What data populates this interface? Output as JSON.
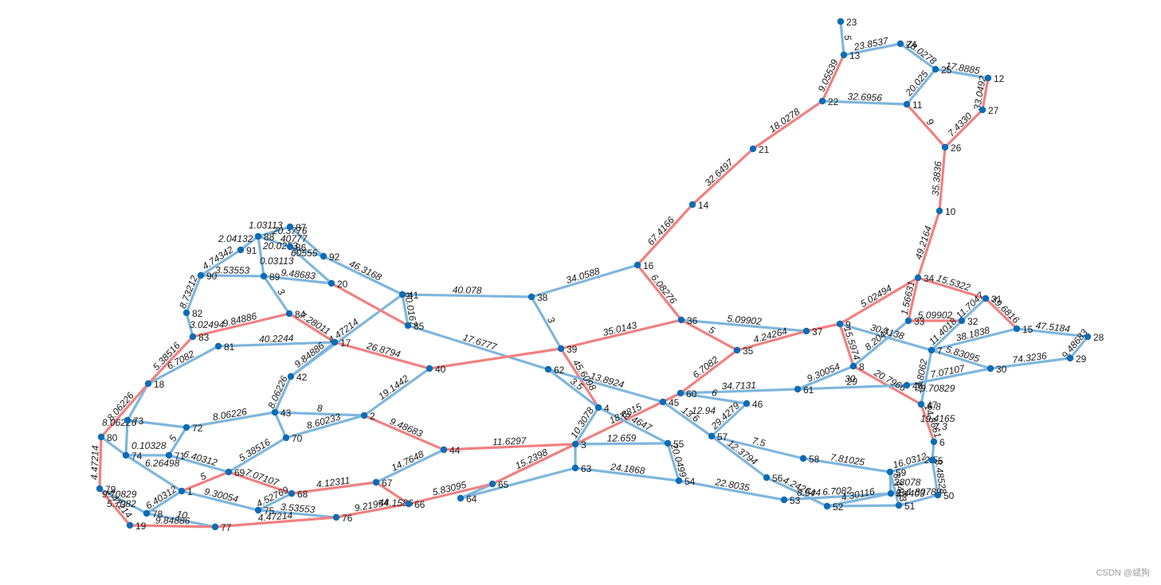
{
  "colors": {
    "edge_normal": "#7fb6dc",
    "edge_highlight": "#f08080",
    "node": "#0d6cb5"
  },
  "watermark": "CSDN @斌狗",
  "nodes": [
    "1",
    "2",
    "3",
    "4",
    "5",
    "6",
    "7",
    "8",
    "9",
    "10",
    "11",
    "12",
    "13",
    "14",
    "15",
    "16",
    "17",
    "18",
    "19",
    "20",
    "21",
    "22",
    "23",
    "24",
    "25",
    "26",
    "27",
    "28",
    "29",
    "30",
    "31",
    "32",
    "33",
    "34",
    "35",
    "36",
    "37",
    "38",
    "39",
    "40",
    "41",
    "42",
    "43",
    "44",
    "45",
    "46",
    "47",
    "48",
    "49",
    "50",
    "51",
    "52",
    "53",
    "54",
    "55",
    "56",
    "57",
    "58",
    "59",
    "60",
    "61",
    "62",
    "63",
    "64",
    "65",
    "66",
    "67",
    "68",
    "69",
    "70",
    "71",
    "72",
    "73",
    "74",
    "75",
    "76",
    "77",
    "78",
    "79",
    "80",
    "81",
    "82",
    "83",
    "84",
    "85",
    "86",
    "87",
    "88",
    "89",
    "90",
    "91",
    "92"
  ],
  "edges": [
    {
      "from": "23",
      "to": "13",
      "weight": "5",
      "highlight": false
    },
    {
      "from": "13",
      "to": "24",
      "weight": "23.8537",
      "highlight": false
    },
    {
      "from": "24",
      "to": "25",
      "weight": "18.0278",
      "highlight": false
    },
    {
      "from": "25",
      "to": "12",
      "weight": "17.8885",
      "highlight": false
    },
    {
      "from": "12",
      "to": "27",
      "weight": "33.0492",
      "highlight": true
    },
    {
      "from": "27",
      "to": "26",
      "weight": "7.4330",
      "highlight": true
    },
    {
      "from": "25",
      "to": "11",
      "weight": "20.025",
      "highlight": false
    },
    {
      "from": "11",
      "to": "26",
      "weight": "9",
      "highlight": true
    },
    {
      "from": "22",
      "to": "11",
      "weight": "32.6956",
      "highlight": false
    },
    {
      "from": "13",
      "to": "22",
      "weight": "9.05539",
      "highlight": true
    },
    {
      "from": "22",
      "to": "21",
      "weight": "18.0278",
      "highlight": true
    },
    {
      "from": "21",
      "to": "14",
      "weight": "32.6497",
      "highlight": true
    },
    {
      "from": "14",
      "to": "16",
      "weight": "67.4166",
      "highlight": true
    },
    {
      "from": "26",
      "to": "10",
      "weight": "35.3836",
      "highlight": true
    },
    {
      "from": "10",
      "to": "34",
      "weight": "49.2164",
      "highlight": true
    },
    {
      "from": "34",
      "to": "31",
      "weight": "15.5322",
      "highlight": true
    },
    {
      "from": "31",
      "to": "15",
      "weight": "19.6816",
      "highlight": true
    },
    {
      "from": "15",
      "to": "28",
      "weight": "47.5184",
      "highlight": false
    },
    {
      "from": "28",
      "to": "29",
      "weight": "9.48683",
      "highlight": false
    },
    {
      "from": "29",
      "to": "30",
      "weight": "74.3236",
      "highlight": false
    },
    {
      "from": "31",
      "to": "32",
      "weight": "11.7047",
      "highlight": false
    },
    {
      "from": "33",
      "to": "32",
      "weight": "5.09902",
      "highlight": true
    },
    {
      "from": "34",
      "to": "33",
      "weight": "1.56631",
      "highlight": true
    },
    {
      "from": "34",
      "to": "9",
      "weight": "5.02494",
      "highlight": true
    },
    {
      "from": "32",
      "to": "7",
      "weight": "11.4018",
      "highlight": false
    },
    {
      "from": "15",
      "to": "7",
      "weight": "38.1838",
      "highlight": false
    },
    {
      "from": "7",
      "to": "30",
      "weight": "5.83095",
      "highlight": false
    },
    {
      "from": "30",
      "to": "48",
      "weight": "7.07107",
      "highlight": false
    },
    {
      "from": "16",
      "to": "38",
      "weight": "34.0588",
      "highlight": false
    },
    {
      "from": "16",
      "to": "36",
      "weight": "6.08276",
      "highlight": true
    },
    {
      "from": "36",
      "to": "37",
      "weight": "5.09902",
      "highlight": false
    },
    {
      "from": "36",
      "to": "35",
      "weight": "5",
      "highlight": true
    },
    {
      "from": "35",
      "to": "37",
      "weight": "4.24264",
      "highlight": true
    },
    {
      "from": "37",
      "to": "9",
      "weight": "",
      "highlight": true
    },
    {
      "from": "9",
      "to": "8",
      "weight": "15.5974",
      "highlight": true
    },
    {
      "from": "9",
      "to": "7",
      "weight": "30.4138",
      "highlight": false
    },
    {
      "from": "33",
      "to": "8",
      "weight": "8.2047",
      "highlight": false
    },
    {
      "from": "8",
      "to": "47",
      "weight": "20.7966",
      "highlight": true
    },
    {
      "from": "8",
      "to": "61",
      "weight": "9.30054",
      "highlight": false
    },
    {
      "from": "7",
      "to": "47",
      "weight": "14.8062",
      "highlight": false
    },
    {
      "from": "61",
      "to": "48",
      "weight": "29",
      "highlight": false
    },
    {
      "from": "47",
      "to": "6",
      "weight": "14.8661",
      "highlight": true
    },
    {
      "from": "6",
      "to": "5",
      "weight": "",
      "highlight": false
    },
    {
      "from": "5",
      "to": "50",
      "weight": "8.48528",
      "highlight": false
    },
    {
      "from": "5",
      "to": "59",
      "weight": "16.0312",
      "highlight": false
    },
    {
      "from": "59",
      "to": "58",
      "weight": "7.81025",
      "highlight": false
    },
    {
      "from": "59",
      "to": "49",
      "weight": "",
      "highlight": false
    },
    {
      "from": "50",
      "to": "51",
      "weight": "",
      "highlight": false
    },
    {
      "from": "51",
      "to": "52",
      "weight": "",
      "highlight": false
    },
    {
      "from": "51",
      "to": "59",
      "weight": "8.4403",
      "highlight": false
    },
    {
      "from": "52",
      "to": "49",
      "weight": "4.30116",
      "highlight": false
    },
    {
      "from": "53",
      "to": "49",
      "weight": "6.7082",
      "highlight": false
    },
    {
      "from": "56",
      "to": "52",
      "weight": "4.24264",
      "highlight": false
    },
    {
      "from": "54",
      "to": "53",
      "weight": "22.8035",
      "highlight": false
    },
    {
      "from": "57",
      "to": "56",
      "weight": "12.3794",
      "highlight": false
    },
    {
      "from": "57",
      "to": "58",
      "weight": "7.5",
      "highlight": false
    },
    {
      "from": "60",
      "to": "61",
      "weight": "34.7131",
      "highlight": false
    },
    {
      "from": "60",
      "to": "46",
      "weight": "6",
      "highlight": false
    },
    {
      "from": "46",
      "to": "57",
      "weight": "29.4279",
      "highlight": false
    },
    {
      "from": "45",
      "to": "57",
      "weight": "13.6",
      "highlight": false
    },
    {
      "from": "35",
      "to": "60",
      "weight": "6.7082",
      "highlight": true
    },
    {
      "from": "60",
      "to": "3",
      "weight": "18.6815",
      "highlight": true
    },
    {
      "from": "38",
      "to": "39",
      "weight": "3",
      "highlight": false
    },
    {
      "from": "41",
      "to": "38",
      "weight": "40.078",
      "highlight": false
    },
    {
      "from": "39",
      "to": "36",
      "weight": "35.0143",
      "highlight": true
    },
    {
      "from": "39",
      "to": "4",
      "weight": "45.6098",
      "highlight": true
    },
    {
      "from": "62",
      "to": "4",
      "weight": "3.5",
      "highlight": false
    },
    {
      "from": "62",
      "to": "45",
      "weight": "13.8924",
      "highlight": false
    },
    {
      "from": "85",
      "to": "62",
      "weight": "17.6777",
      "highlight": false
    },
    {
      "from": "41",
      "to": "85",
      "weight": "60.0167",
      "highlight": false
    },
    {
      "from": "40",
      "to": "39",
      "weight": "",
      "highlight": true
    },
    {
      "from": "17",
      "to": "40",
      "weight": "26.8794",
      "highlight": true
    },
    {
      "from": "4",
      "to": "3",
      "weight": "10.3078",
      "highlight": false
    },
    {
      "from": "4",
      "to": "55",
      "weight": "42.4647",
      "highlight": false
    },
    {
      "from": "3",
      "to": "55",
      "weight": "12.659",
      "highlight": false
    },
    {
      "from": "55",
      "to": "54",
      "weight": "20.0499",
      "highlight": false
    },
    {
      "from": "3",
      "to": "63",
      "weight": "",
      "highlight": false
    },
    {
      "from": "63",
      "to": "54",
      "weight": "24.1868",
      "highlight": false
    },
    {
      "from": "44",
      "to": "3",
      "weight": "11.6297",
      "highlight": true
    },
    {
      "from": "3",
      "to": "65",
      "weight": "15.2398",
      "highlight": true
    },
    {
      "from": "63",
      "to": "64",
      "weight": "",
      "highlight": false
    },
    {
      "from": "64",
      "to": "65",
      "weight": "",
      "highlight": false
    },
    {
      "from": "66",
      "to": "65",
      "weight": "5.83095",
      "highlight": true
    },
    {
      "from": "76",
      "to": "66",
      "weight": "9.21954",
      "highlight": true
    },
    {
      "from": "66",
      "to": "67",
      "weight": "",
      "highlight": true
    },
    {
      "from": "67",
      "to": "44",
      "weight": "14.7648",
      "highlight": false
    },
    {
      "from": "68",
      "to": "67",
      "weight": "4.12311",
      "highlight": true
    },
    {
      "from": "69",
      "to": "68",
      "weight": "7.07107",
      "highlight": true
    },
    {
      "from": "2",
      "to": "44",
      "weight": "9.48683",
      "highlight": true
    },
    {
      "from": "2",
      "to": "40",
      "weight": "19.1442",
      "highlight": false
    },
    {
      "from": "43",
      "to": "2",
      "weight": "8",
      "highlight": false
    },
    {
      "from": "70",
      "to": "2",
      "weight": "8.60233",
      "highlight": false
    },
    {
      "from": "43",
      "to": "70",
      "weight": "",
      "highlight": false
    },
    {
      "from": "43",
      "to": "72",
      "weight": "8.06226",
      "highlight": false
    },
    {
      "from": "42",
      "to": "43",
      "weight": "8.06226",
      "highlight": false
    },
    {
      "from": "17",
      "to": "42",
      "weight": "9.84886",
      "highlight": false
    },
    {
      "from": "42",
      "to": "41",
      "weight": "4.47214",
      "highlight": false
    },
    {
      "from": "81",
      "to": "17",
      "weight": "40.2244",
      "highlight": false
    },
    {
      "from": "84",
      "to": "17",
      "weight": "7.28011",
      "highlight": true
    },
    {
      "from": "83",
      "to": "84",
      "weight": "9.84886",
      "highlight": true
    },
    {
      "from": "20",
      "to": "85",
      "weight": "",
      "highlight": true
    },
    {
      "from": "89",
      "to": "20",
      "weight": "9.48683",
      "highlight": false
    },
    {
      "from": "89",
      "to": "84",
      "weight": "3",
      "highlight": false
    },
    {
      "from": "90",
      "to": "89",
      "weight": "3.53553",
      "highlight": false
    },
    {
      "from": "92",
      "to": "41",
      "weight": "46.3168",
      "highlight": false
    },
    {
      "from": "86",
      "to": "92",
      "weight": "",
      "highlight": false
    },
    {
      "from": "87",
      "to": "88",
      "weight": "",
      "highlight": false
    },
    {
      "from": "88",
      "to": "86",
      "weight": "",
      "highlight": false
    },
    {
      "from": "86",
      "to": "20",
      "weight": "",
      "highlight": false
    },
    {
      "from": "87",
      "to": "92",
      "weight": "",
      "highlight": false
    },
    {
      "from": "88",
      "to": "89",
      "weight": "",
      "highlight": false
    },
    {
      "from": "91",
      "to": "88",
      "weight": "",
      "highlight": false
    },
    {
      "from": "90",
      "to": "91",
      "weight": "4.74342",
      "highlight": false
    },
    {
      "from": "90",
      "to": "82",
      "weight": "8.73212",
      "highlight": false
    },
    {
      "from": "82",
      "to": "83",
      "weight": "",
      "highlight": false
    },
    {
      "from": "81",
      "to": "18",
      "weight": "6.7082",
      "highlight": false
    },
    {
      "from": "83",
      "to": "18",
      "weight": "5.38516",
      "highlight": true
    },
    {
      "from": "18",
      "to": "73",
      "weight": "",
      "highlight": false
    },
    {
      "from": "18",
      "to": "80",
      "weight": "8.06226",
      "highlight": true
    },
    {
      "from": "73",
      "to": "72",
      "weight": "",
      "highlight": false
    },
    {
      "from": "72",
      "to": "71",
      "weight": "5",
      "highlight": false
    },
    {
      "from": "73",
      "to": "74",
      "weight": "",
      "highlight": false
    },
    {
      "from": "74",
      "to": "71",
      "weight": "",
      "highlight": false
    },
    {
      "from": "71",
      "to": "69",
      "weight": "6.40312",
      "highlight": false
    },
    {
      "from": "70",
      "to": "69",
      "weight": "5.38516",
      "highlight": false
    },
    {
      "from": "74",
      "to": "1",
      "weight": "",
      "highlight": false
    },
    {
      "from": "69",
      "to": "1",
      "weight": "5",
      "highlight": true
    },
    {
      "from": "1",
      "to": "75",
      "weight": "9.30054",
      "highlight": false
    },
    {
      "from": "75",
      "to": "76",
      "weight": "3.53553",
      "highlight": false
    },
    {
      "from": "68",
      "to": "75",
      "weight": "4.52769",
      "highlight": false
    },
    {
      "from": "1",
      "to": "78",
      "weight": "6.40312",
      "highlight": false
    },
    {
      "from": "80",
      "to": "74",
      "weight": "",
      "highlight": false
    },
    {
      "from": "80",
      "to": "79",
      "weight": "4.47214",
      "highlight": true
    },
    {
      "from": "79",
      "to": "19",
      "weight": "4.47214",
      "highlight": true
    },
    {
      "from": "79",
      "to": "78",
      "weight": "",
      "highlight": false
    },
    {
      "from": "78",
      "to": "77",
      "weight": "10",
      "highlight": false
    },
    {
      "from": "19",
      "to": "77",
      "weight": "9.84886",
      "highlight": true
    },
    {
      "from": "77",
      "to": "76",
      "weight": "4.47214",
      "highlight": true
    }
  ],
  "extra_labels": [
    "1.03113",
    "2.04132",
    "20.3776",
    "40777",
    "20.0253",
    "60555",
    "0.03113",
    "3.02494",
    "8.06226",
    "0.10328",
    "6.26498",
    "9.70829",
    "5.7082",
    "44.1586",
    "30",
    "9.70829",
    "28078",
    "5.4403",
    "8.544",
    "19.4165",
    "12.94",
    "2.5",
    "1.80789",
    "7.3",
    "6.8"
  ]
}
